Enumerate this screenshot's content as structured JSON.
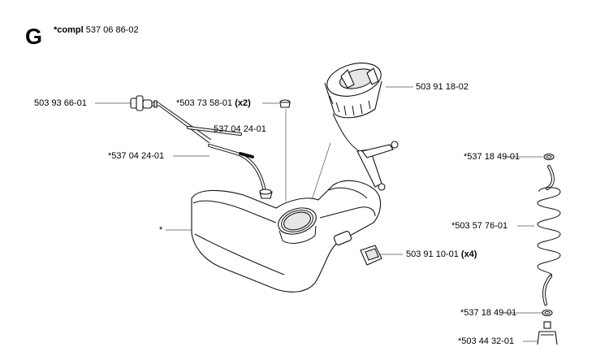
{
  "section": {
    "letter": "G",
    "compl_prefix": "*compl",
    "compl_number": "537 06 86-02"
  },
  "labels": {
    "fuel_pickup_body": "503 93 66-01",
    "vent_valve": "*503 73 58-01",
    "vent_valve_qty": "(x2)",
    "fuel_hose_upper": "537 04 24-01",
    "fuel_hose_lower": "*537 04 24-01",
    "fuel_cap": "503 91 18-02",
    "tank": "*",
    "rubber_mount": "503 91 10-01",
    "rubber_mount_qty": "(x4)",
    "oring_top": "*537 18 49-01",
    "spiral_hose": "*503 57 76-01",
    "oring_bottom": "*537 18 49-01",
    "filter": "*503 44 32-01"
  }
}
